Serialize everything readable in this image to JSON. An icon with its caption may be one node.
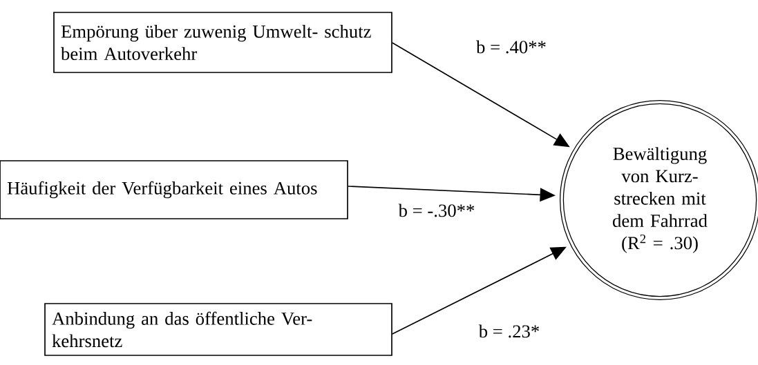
{
  "diagram": {
    "nodes": [
      {
        "text": [
          "Empörung über zuwenig Umwelt- schutz beim Autoverkehr"
        ]
      },
      {
        "text": [
          "Häufigkeit der Verfügbarkeit eines Autos"
        ]
      },
      {
        "text": [
          "Anbindung an das öffentliche Ver- kehrsnetz"
        ]
      },
      {
        "text": [
          "Bewältigung von Kurz- strecken mit dem Fahrrad (R$^{2}$ = .30)"
        ]
      }
    ],
    "edges": [
      {
        "from": 0,
        "to": 3,
        "arrow": "to",
        "label": "b = .40**"
      },
      {
        "from": 1,
        "to": 3,
        "arrow": "to",
        "label": "b = -.30**"
      },
      {
        "from": 2,
        "to": 3,
        "arrow": "to",
        "label": "b = .23*"
      }
    ]
  }
}
